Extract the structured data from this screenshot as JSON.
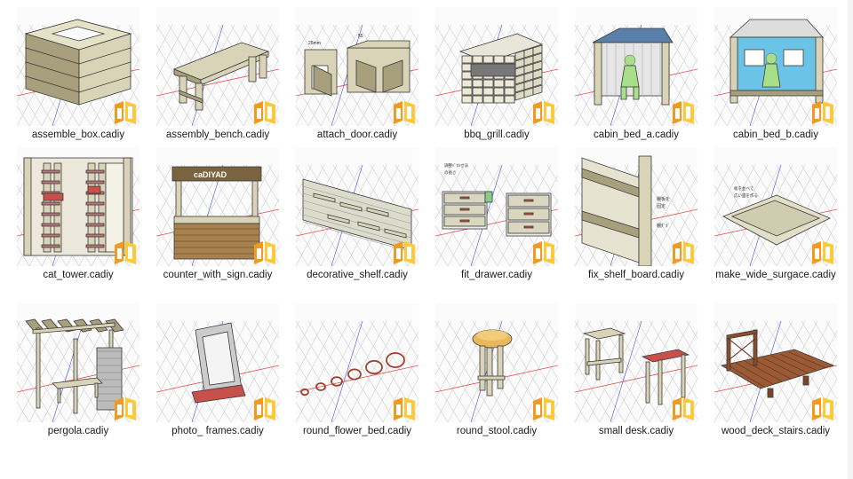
{
  "files": [
    {
      "name": "assemble_box.cadiy",
      "model": "box"
    },
    {
      "name": "assembly_bench.cadiy",
      "model": "bench"
    },
    {
      "name": "attach_door.cadiy",
      "model": "doors"
    },
    {
      "name": "bbq_grill.cadiy",
      "model": "bbq"
    },
    {
      "name": "cabin_bed_a.cadiy",
      "model": "cabin_a"
    },
    {
      "name": "cabin_bed_b.cadiy",
      "model": "cabin_b"
    },
    {
      "name": "cat_tower.cadiy",
      "model": "cat"
    },
    {
      "name": "counter_with_sign.cadiy",
      "model": "counter",
      "sign": "caDIYAD"
    },
    {
      "name": "decorative_shelf.cadiy",
      "model": "shelf"
    },
    {
      "name": "fit_drawer.cadiy",
      "model": "drawer"
    },
    {
      "name": "fix_shelf_board.cadiy",
      "model": "fixshelf"
    },
    {
      "name": "make_wide_surgace.cadiy",
      "model": "wide"
    },
    {
      "name": "pergola.cadiy",
      "model": "pergola"
    },
    {
      "name": "photo_ frames.cadiy",
      "model": "frame"
    },
    {
      "name": "round_flower_bed.cadiy",
      "model": "rings"
    },
    {
      "name": "round_stool.cadiy",
      "model": "stool"
    },
    {
      "name": "small desk.cadiy",
      "model": "desk"
    },
    {
      "name": "wood_deck_stairs.cadiy",
      "model": "deck"
    }
  ],
  "colors": {
    "wood": "#d9d4b8",
    "wood_dark": "#a89f7c",
    "outline": "#3a3a3a",
    "badge_orange": "#f29a1f",
    "badge_yellow": "#fbc93a",
    "grid": "#cfcfcf",
    "axis_red": "#e05050",
    "axis_blue": "#5050e0",
    "roof_blue": "#5a7fa8",
    "wall_blue": "#6bc3e8",
    "figure_green": "#a8e08a",
    "red_panel": "#c8504a",
    "stool_top": "#e8b85a"
  },
  "badge_icon": "cadiy-logo-icon"
}
